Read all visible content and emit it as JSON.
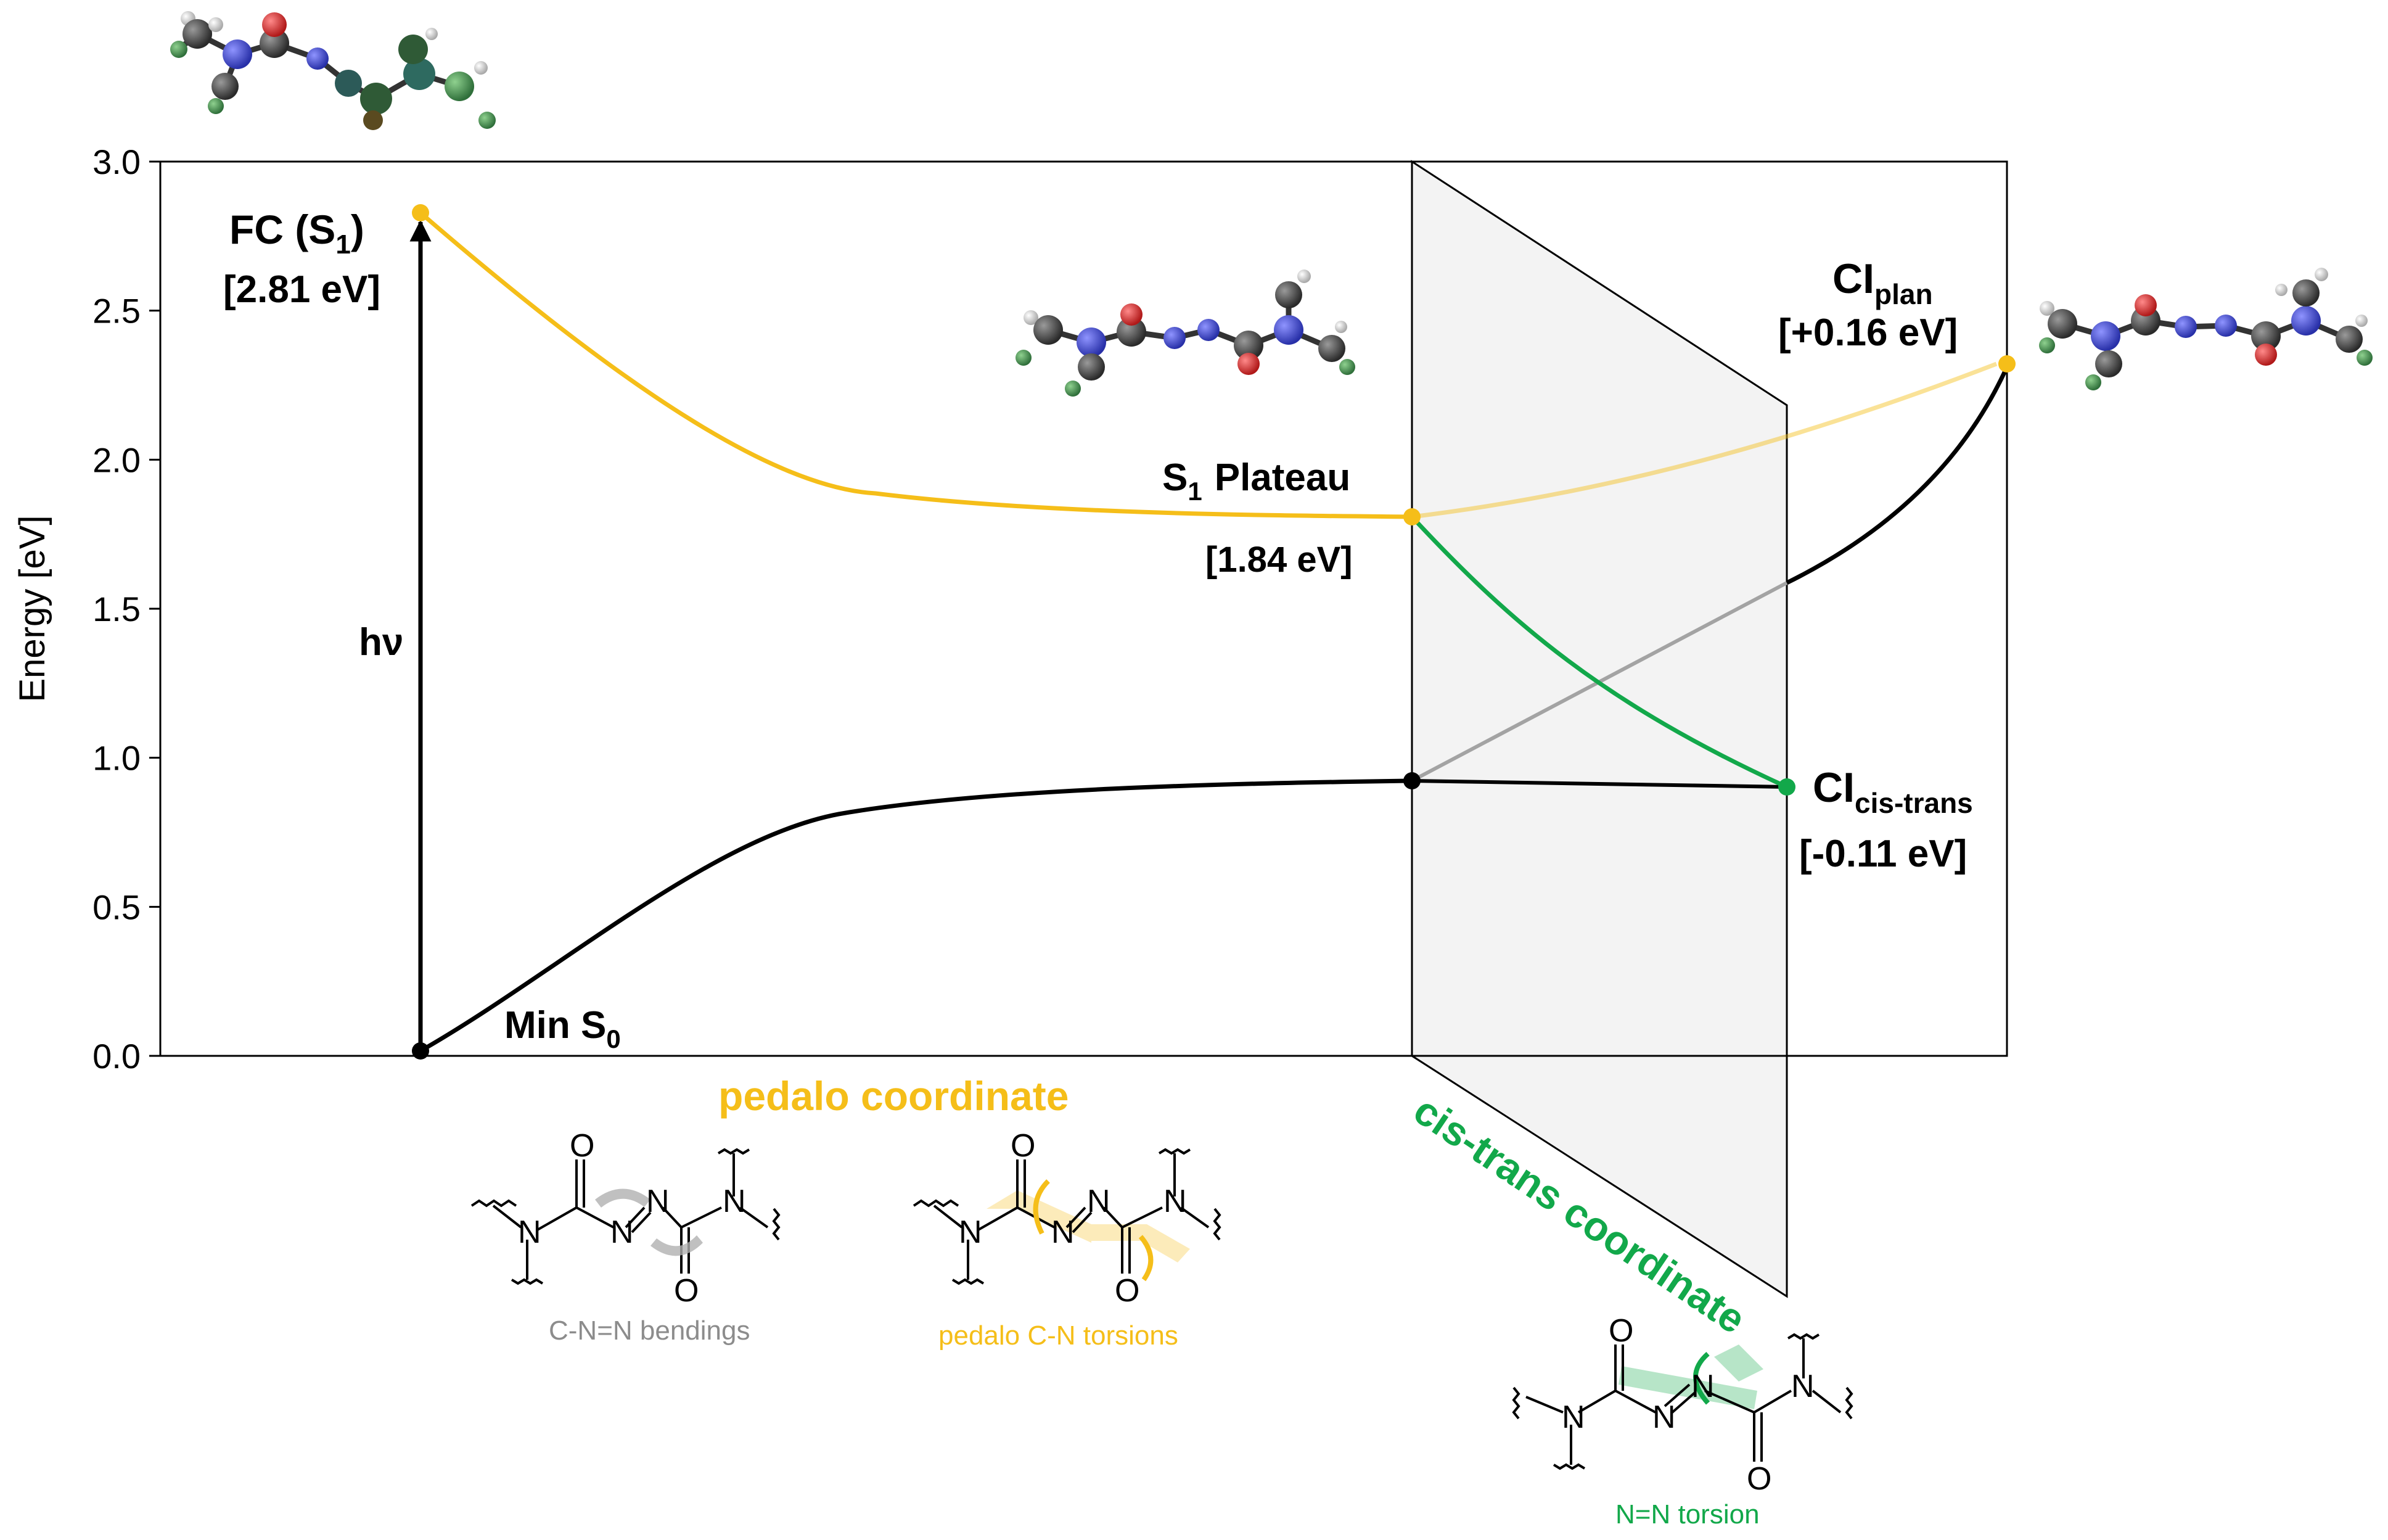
{
  "axis": {
    "ylabel": "Energy [eV]",
    "ylim": [
      0,
      3
    ],
    "yticks": [
      "0.0",
      "0.5",
      "1.0",
      "1.5",
      "2.0",
      "2.5",
      "3.0"
    ]
  },
  "points": {
    "fc": {
      "name_main": "FC (S",
      "name_sub": "1",
      "name_end": ")",
      "value": "[2.81 eV]",
      "energy": 2.81
    },
    "min_s0": {
      "name_main": "Min S",
      "name_sub": "0",
      "energy": 0.0
    },
    "plateau": {
      "name_sub": "1",
      "name_main": "Plateau",
      "prefix": "S",
      "value": "[1.84 eV]",
      "energy_s1": 1.8,
      "energy_s0": 0.91
    },
    "ci_plan": {
      "name_main": "CI",
      "name_sub": "plan",
      "value": "[+0.16 eV]",
      "energy": 2.3
    },
    "ci_cis_trans": {
      "name_main": "CI",
      "name_sub": "cis-trans",
      "value": "[-0.11 eV]",
      "energy": 0.9
    }
  },
  "excitation_label": "hν",
  "coordinates": {
    "pedalo": "pedalo coordinate",
    "cis_trans": "cis-trans coordinate"
  },
  "modes": {
    "bendings": "C-N=N bendings",
    "pedalo_torsions": "pedalo C-N torsions",
    "nn_torsion": "N=N torsion"
  },
  "atoms": {
    "O": "O",
    "N": "N"
  },
  "colors": {
    "s1": "#F5BE19",
    "s0": "#000000",
    "cis_trans": "#12A84A",
    "gray_mode": "#8c8c8c",
    "plane_fill": "#efefef"
  }
}
